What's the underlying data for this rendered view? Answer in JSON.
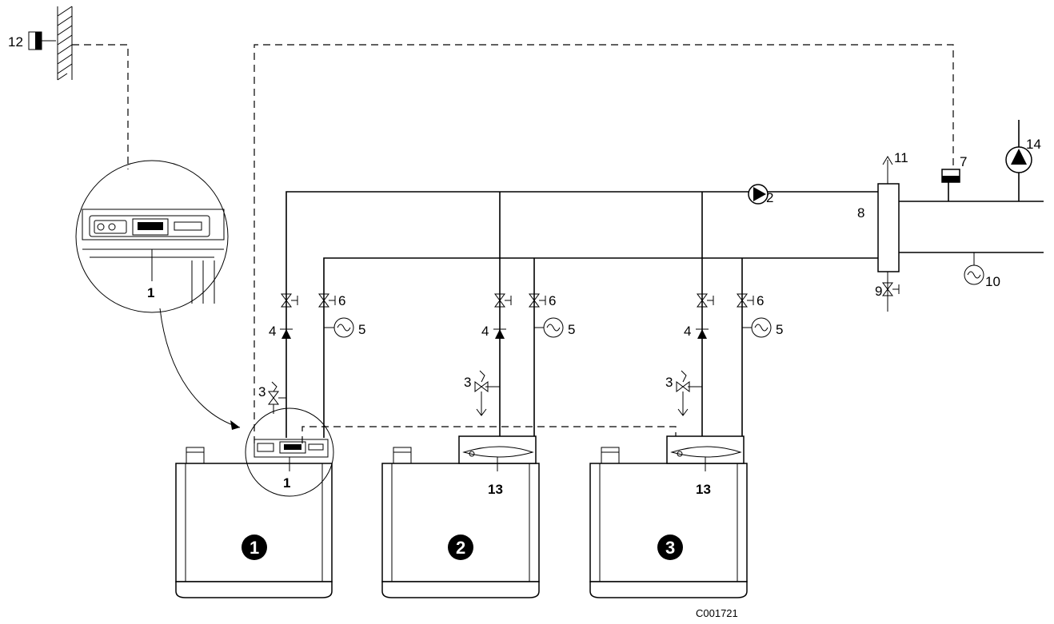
{
  "labels": {
    "sensor_outdoor": "12",
    "pump_main": "2",
    "header": "8",
    "air_vent": "11",
    "sensor_flow": "7",
    "pump_circuit": "14",
    "drain_valve": "9",
    "expansion_header": "10",
    "panel_main_detail": "1",
    "panel_main": "1",
    "panel_boiler2": "13",
    "panel_boiler3": "13",
    "code": "C001721"
  },
  "boilers": [
    {
      "number": "1",
      "check_valve": "4",
      "valve_flow": "",
      "valve_return": "6",
      "expansion": "5",
      "safety_valve": "3"
    },
    {
      "number": "2",
      "check_valve": "4",
      "valve_return": "6",
      "expansion": "5",
      "safety_valve": "3"
    },
    {
      "number": "3",
      "check_valve": "4",
      "valve_return": "6",
      "expansion": "5",
      "safety_valve": "3"
    }
  ]
}
